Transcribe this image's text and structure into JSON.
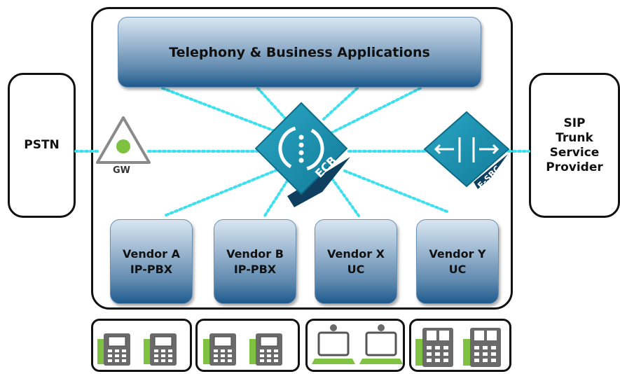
{
  "title": "Telephony & Business Applications",
  "left_box": "PSTN",
  "right_box": [
    "SIP",
    "Trunk",
    "Service",
    "Provider"
  ],
  "gateway_label": "GW",
  "ecb_label": "ECB",
  "esbc_label": "E-SBC",
  "vendors": [
    {
      "line1": "Vendor A",
      "line2": "IP-PBX"
    },
    {
      "line1": "Vendor B",
      "line2": "IP-PBX"
    },
    {
      "line1": "Vendor X",
      "line2": "UC"
    },
    {
      "line1": "Vendor Y",
      "line2": "UC"
    }
  ],
  "device_groups": [
    {
      "icon": "ip-phone-icon"
    },
    {
      "icon": "ip-phone-icon"
    },
    {
      "icon": "computer-icon"
    },
    {
      "icon": "video-phone-icon"
    }
  ],
  "colors": {
    "teal": "#1a8aa8",
    "teal_dark": "#0e3f5f",
    "link_dots": "#3ee0ee",
    "green": "#7fc241"
  }
}
